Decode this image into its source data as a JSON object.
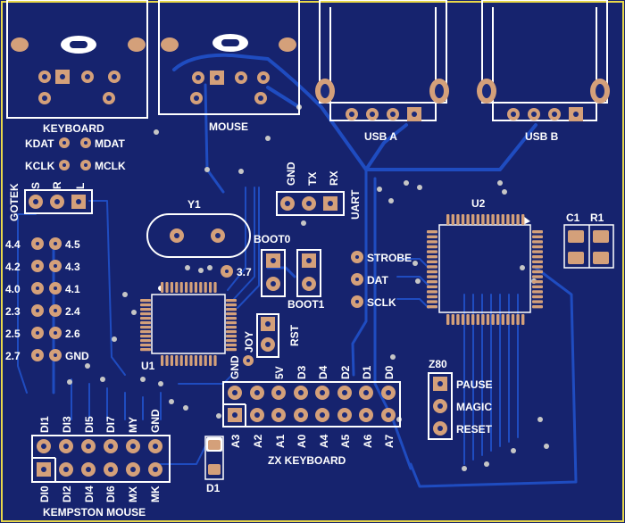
{
  "board": {
    "colors": {
      "soldermask": "#16236e",
      "copper": "#1f4cc0",
      "pad": "#d4a07a",
      "silk": "#ffffff"
    }
  },
  "labels": {
    "keyboard": "KEYBOARD",
    "mouse": "MOUSE",
    "usb_a": "USB A",
    "usb_b": "USB B",
    "kdat": "KDAT",
    "mdat": "MDAT",
    "kclk": "KCLK",
    "mclk": "MCLK",
    "gotek": "GOTEK",
    "gotek_s": "S",
    "gotek_r": "R",
    "gotek_l": "L",
    "uart_gnd": "GND",
    "uart_tx": "TX",
    "uart_rx": "RX",
    "uart": "UART",
    "y1": "Y1",
    "boot0": "BOOT0",
    "boot1": "BOOT1",
    "p37": "3.7",
    "strobe": "STROBE",
    "dat": "DAT",
    "sclk": "SCLK",
    "joy": "JOY",
    "rst": "RST",
    "u1": "U1",
    "u2": "U2",
    "c1": "C1",
    "r1": "R1",
    "z80": "Z80",
    "pause": "PAUSE",
    "magic": "MAGIC",
    "reset": "RESET",
    "zx_keyboard": "ZX KEYBOARD",
    "d1": "D1",
    "kempston_mouse": "KEMPSTON MOUSE",
    "gnd_left": "GND"
  },
  "gpio_left": [
    "4.4",
    "4.2",
    "4.0",
    "2.3",
    "2.5",
    "2.7"
  ],
  "gpio_right": [
    "4.5",
    "4.3",
    "4.1",
    "2.4",
    "2.6",
    "GND"
  ],
  "zx_top": [
    "GND",
    "5V",
    "D3",
    "D4",
    "D2",
    "D1",
    "D0"
  ],
  "zx_bottom": [
    "A3",
    "A2",
    "A1",
    "A0",
    "A4",
    "A5",
    "A6",
    "A7"
  ],
  "kempston_top": [
    "DI1",
    "DI3",
    "DI5",
    "DI7",
    "MY",
    "GND"
  ],
  "kempston_bottom": [
    "DI0",
    "DI2",
    "DI4",
    "DI6",
    "MX",
    "MK"
  ]
}
